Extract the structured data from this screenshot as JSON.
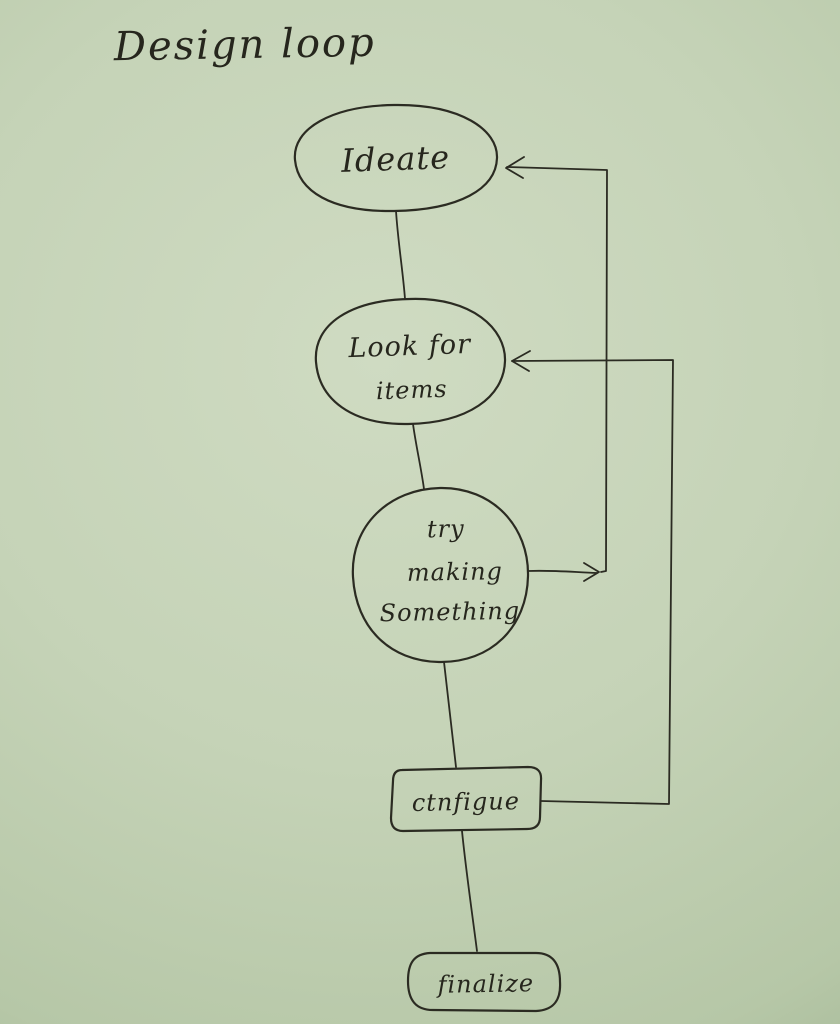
{
  "diagram": {
    "title": "Design loop",
    "medium": "hand-drawn flowchart on green paper",
    "ink_color": "#2b2b22",
    "paper_color": "#c5d3b7",
    "nodes": [
      {
        "id": "ideate",
        "shape": "ellipse",
        "lines": [
          "Ideate"
        ]
      },
      {
        "id": "look-for-items",
        "shape": "ellipse",
        "lines": [
          "Look for",
          "items"
        ]
      },
      {
        "id": "try-making-something",
        "shape": "circle",
        "lines": [
          "try",
          "making",
          "Something"
        ]
      },
      {
        "id": "configure",
        "shape": "rounded-rect",
        "lines": [
          "ctnfigue"
        ]
      },
      {
        "id": "finalize",
        "shape": "rounded-rect",
        "lines": [
          "finalize"
        ]
      }
    ],
    "edges": [
      {
        "from": "ideate",
        "to": "look-for-items",
        "type": "plain-line"
      },
      {
        "from": "look-for-items",
        "to": "try-making-something",
        "type": "plain-line"
      },
      {
        "from": "try-making-something",
        "to": "configure",
        "type": "plain-line"
      },
      {
        "from": "configure",
        "to": "finalize",
        "type": "plain-line"
      },
      {
        "from": "try-making-something",
        "to": "ideate",
        "type": "feedback-arrow-right-loop"
      },
      {
        "from": "configure",
        "to": "look-for-items",
        "type": "feedback-arrow-right-loop"
      }
    ]
  }
}
